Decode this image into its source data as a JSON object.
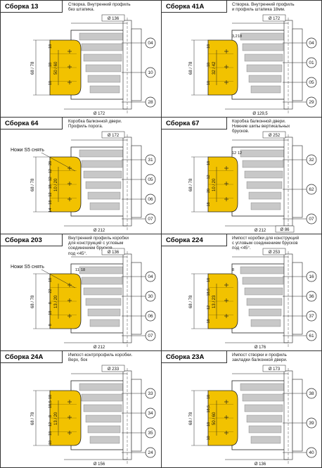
{
  "assemblies": [
    {
      "title": "Сборка 13",
      "desc": [
        "Створка. Внутренний профиль",
        "без штапика."
      ],
      "dims": {
        "top": "Ø 136",
        "bottom": "Ø 172",
        "side": "68 / 78",
        "inner": "50 / 60",
        "h1": "18",
        "h2": "18",
        "h3": "10"
      },
      "callouts": [
        "04",
        "10",
        "28"
      ]
    },
    {
      "title": "Сборка 41А",
      "desc": [
        "Створка. Внутренний профиль",
        "и профиль штапика 18мм."
      ],
      "dims": {
        "top": "Ø 172",
        "bottom": "Ø 129,5",
        "side": "68 / 78",
        "inner": "32 / 42",
        "h1": "18",
        "h2": "18",
        "h3": "10",
        "extra1": "3,2",
        "extra2": "18"
      },
      "callouts": [
        "04",
        "01",
        "05",
        "29"
      ]
    },
    {
      "title": "Сборка 64",
      "desc": [
        "Коробка балконной двери.",
        "Профиль порога."
      ],
      "note": "Ножи S5 снять",
      "dims": {
        "top": "Ø 172",
        "bottom": "Ø 212",
        "side": "68 / 78",
        "inner": "10 / 20",
        "h1": "28",
        "h2": "12",
        "h3": "12",
        "h4": "18",
        "h5": "12",
        "h6": "18",
        "h7": "14"
      },
      "callouts": [
        "31",
        "05",
        "06",
        "07"
      ]
    },
    {
      "title": "Сборка 67",
      "desc": [
        "Коробка балконной двери.",
        "Нижние шипы вертикальных",
        "брусков."
      ],
      "dims": {
        "top": "Ø 252",
        "bottom": "Ø 212",
        "bottom2": "Ø 86",
        "side": "68 / 78",
        "inner": "10 / 20",
        "h1": "18",
        "h2": "12",
        "h3": "20",
        "h4": "18",
        "v1": "12",
        "v2": "12"
      },
      "callouts": [
        "32",
        "62",
        "07"
      ]
    },
    {
      "title": "Сборка 203",
      "desc": [
        "Внутренний профиль коробки",
        "для конструкций с угловым",
        "соединением брусков",
        "под <45°."
      ],
      "note": "Ножи S5 снять",
      "dims": {
        "top": "Ø 136",
        "bottom": "Ø 212",
        "side": "68 / 78",
        "inner": "13 / 20",
        "h1": "18",
        "h2": "22",
        "h3": "8",
        "h4": "18",
        "h5": "8",
        "w1": "11",
        "w2": "18"
      },
      "callouts": [
        "04",
        "30",
        "06",
        "07"
      ]
    },
    {
      "title": "Сборка 224",
      "desc": [
        "Импост коробки для конструкций",
        "с угловым соединением брусков",
        "под <45°."
      ],
      "dims": {
        "top": "Ø 253",
        "bottom": "Ø 176",
        "side": "68 / 78",
        "inner": "13 / 23",
        "h1": "18",
        "h2": "18,5",
        "h3": "12",
        "h4": "18",
        "w1": "8"
      },
      "callouts": [
        "16",
        "36",
        "37",
        "61"
      ]
    },
    {
      "title": "Сборка 24А",
      "desc": [
        "Импост-контрпрофиль коробки.",
        "Верх, бок"
      ],
      "dims": {
        "top": "Ø 233",
        "bottom": "Ø 156",
        "side": "68 / 78",
        "inner": "13 / 20",
        "h1": "18",
        "h2": "18,5",
        "h3": "8",
        "h4": "12",
        "h5": "18",
        "h6": "10"
      },
      "callouts": [
        "33",
        "34",
        "35",
        "24"
      ]
    },
    {
      "title": "Сборка 23А",
      "desc": [
        "Импост створки и профиль",
        "закладки балконной двери."
      ],
      "dims": {
        "top": "Ø 173",
        "bottom": "Ø 136",
        "side": "68 / 78",
        "inner": "50 / 60",
        "h1": "18",
        "h2": "18,5",
        "h3": "18",
        "h4": "10"
      },
      "callouts": [
        "38",
        "39",
        "40"
      ]
    }
  ],
  "colors": {
    "wood": "#f2c200",
    "grid": "#c8c8c8",
    "line": "#222222"
  }
}
